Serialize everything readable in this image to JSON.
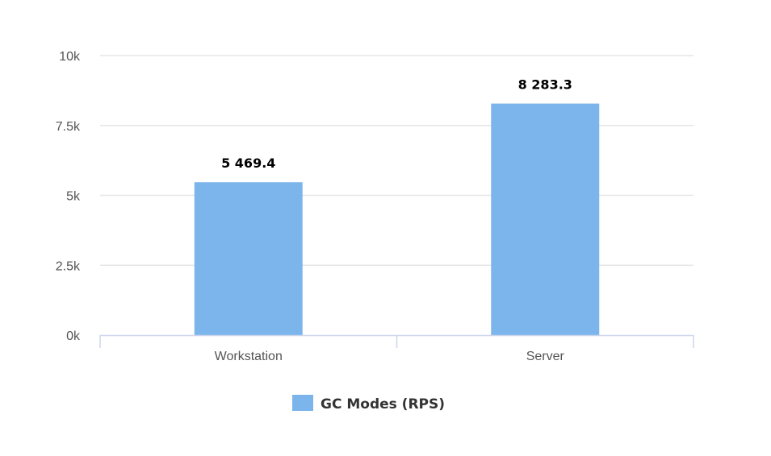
{
  "chart_data": {
    "type": "bar",
    "categories": [
      "Workstation",
      "Server"
    ],
    "series": [
      {
        "name": "GC Modes (RPS)",
        "values": [
          5469.4,
          8283.3
        ],
        "value_labels": [
          "5 469.4",
          "8 283.3"
        ]
      }
    ],
    "ylim": [
      0,
      10000
    ],
    "yticks": [
      0,
      2500,
      5000,
      7500,
      10000
    ],
    "ytick_labels": [
      "0k",
      "2.5k",
      "5k",
      "7.5k",
      "10k"
    ],
    "grid": true,
    "legend": "bottom-center",
    "colors": {
      "bar": "#7cb5ec",
      "grid": "#e6e6e6",
      "axis": "#ccd6eb"
    }
  }
}
